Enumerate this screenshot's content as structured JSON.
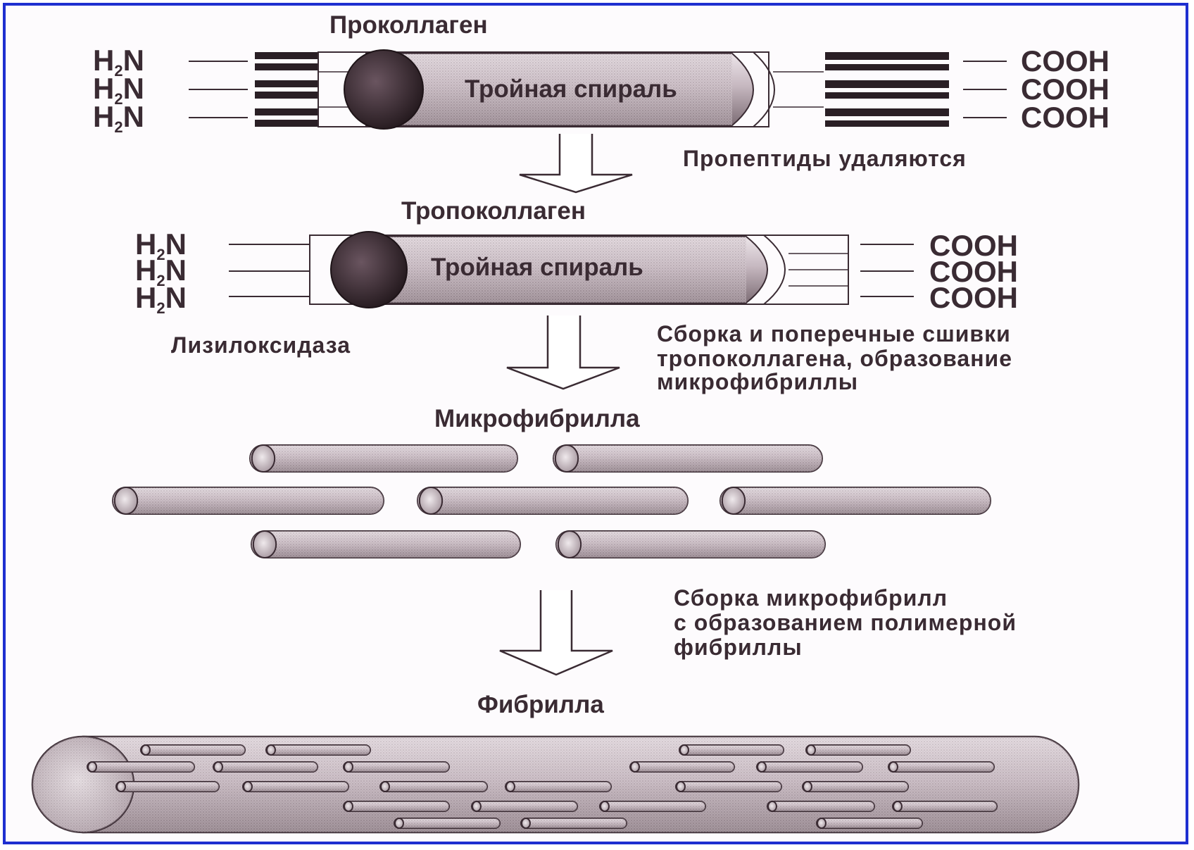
{
  "procollagen": {
    "title": "Проколлаген",
    "helix_label": "Тройная спираль",
    "n_terminus": "H",
    "n_sub": "2",
    "n_end": "N",
    "c_terminus": "COOH"
  },
  "step1_caption": "Пропептиды удаляются",
  "tropocollagen": {
    "title": "Тропоколлаген",
    "helix_label": "Тройная спираль",
    "n_terminus": "H",
    "n_sub": "2",
    "n_end": "N",
    "c_terminus": "COOH"
  },
  "enzyme_label": "Лизилоксидаза",
  "step2_caption": [
    "Сборка и поперечные сшивки",
    "тропоколлагена, образование",
    "микрофибриллы"
  ],
  "microfibril_title": "Микрофибрилла",
  "step3_caption": [
    "Сборка микрофибрилл",
    "с образованием полимерной",
    "фибриллы"
  ],
  "fibril_title": "Фибрилла",
  "colors": {
    "frame": "#1e2fd0",
    "ink": "#3a2b33",
    "shade": "#b8aab2"
  }
}
